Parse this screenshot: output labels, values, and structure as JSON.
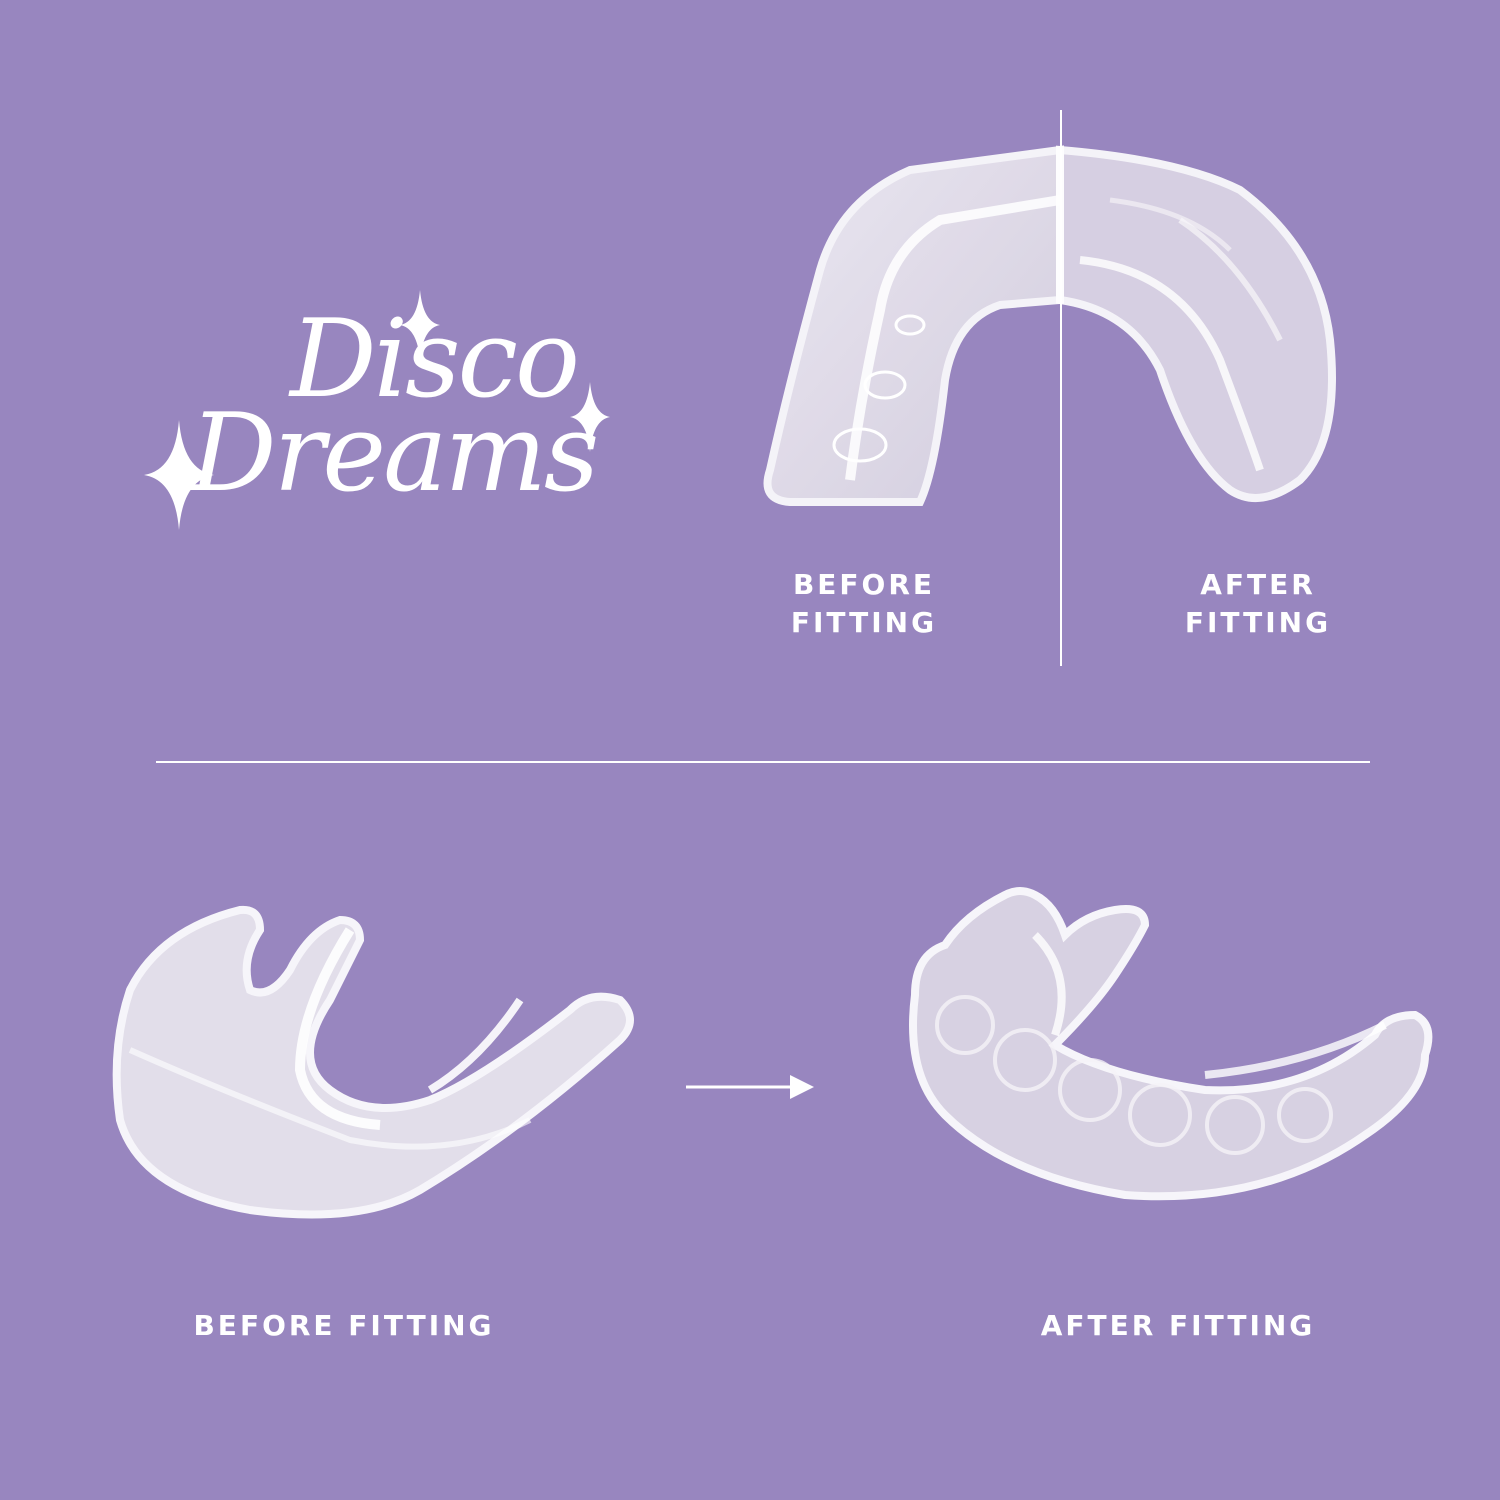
{
  "brand": {
    "line1": "Disco",
    "line2": "Dreams"
  },
  "top": {
    "before_line1": "BEFORE",
    "before_line2": "FITTING",
    "after_line1": "AFTER",
    "after_line2": "FITTING"
  },
  "bottom": {
    "before_label": "BEFORE FITTING",
    "after_label": "AFTER FITTING"
  },
  "colors": {
    "background": "#9886bf",
    "text": "#ffffff"
  }
}
